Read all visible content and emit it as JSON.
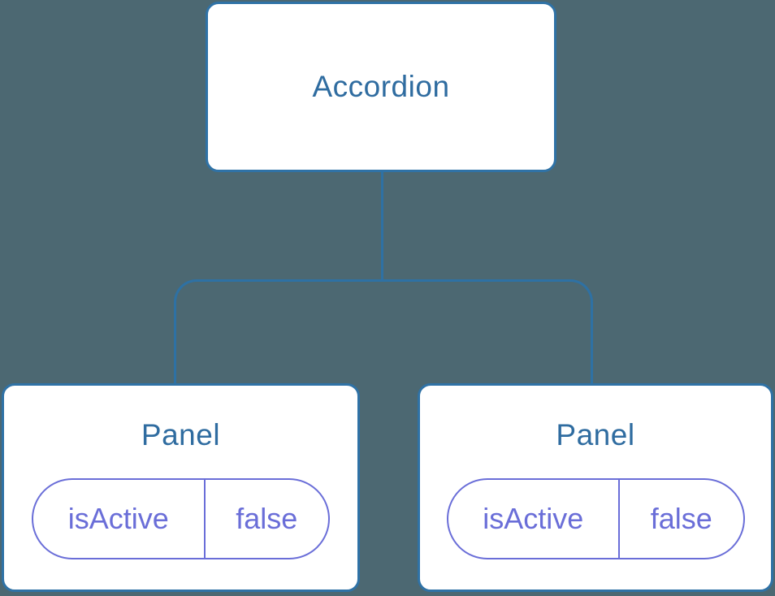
{
  "diagram": {
    "type": "component-tree",
    "root": {
      "label": "Accordion"
    },
    "children": [
      {
        "title": "Panel",
        "prop": {
          "name": "isActive",
          "value": "false"
        }
      },
      {
        "title": "Panel",
        "prop": {
          "name": "isActive",
          "value": "false"
        }
      }
    ]
  },
  "colors": {
    "background": "#4C6872",
    "node_fill": "#FFFFFF",
    "node_border": "#2F72A6",
    "node_text": "#2F6CA0",
    "connector": "#2E71A4",
    "pill_border": "#6A6ED8",
    "pill_text": "#6A6ED8"
  }
}
